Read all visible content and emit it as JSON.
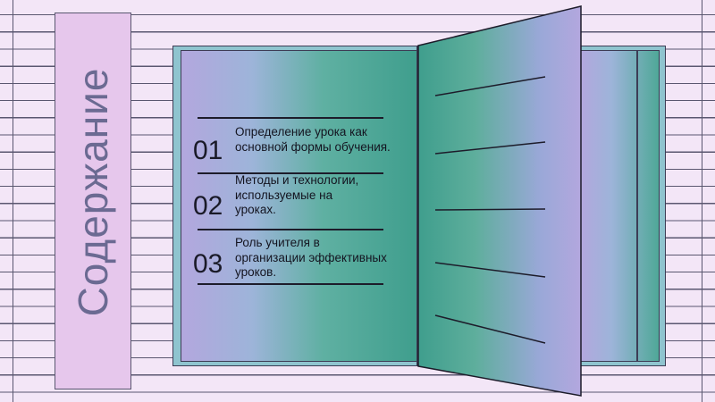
{
  "slide": {
    "title": "Содержание",
    "items": [
      {
        "number": "01",
        "text": "Определение урока как основной формы обучения."
      },
      {
        "number": "02",
        "text": "Методы и технологии, используемые на уроках."
      },
      {
        "number": "03",
        "text": "Роль учителя в организации эффективных уроков."
      }
    ]
  },
  "colors": {
    "background": "#f3e6f7",
    "title_band": "#e6c7ec",
    "title_text": "#6b6a92",
    "book_cover": "#8fc4cf",
    "page_purple": "#b3a7de",
    "page_teal": "#3f9e8d",
    "line": "#1d1c2a"
  }
}
